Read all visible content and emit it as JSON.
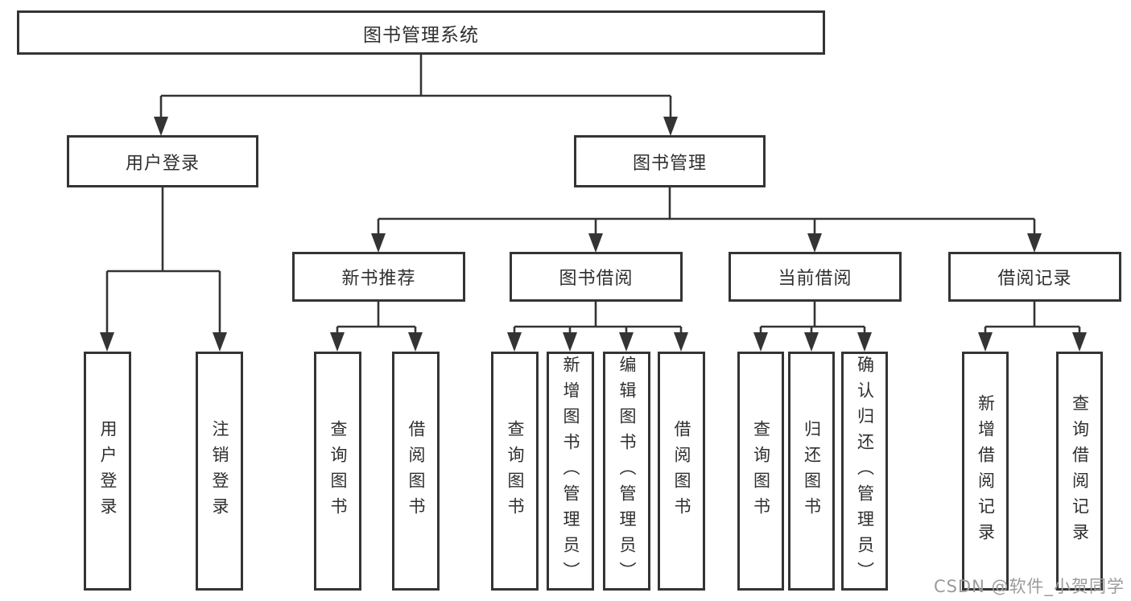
{
  "diagram_title": "图书管理系统",
  "tree": {
    "label": "图书管理系统",
    "children": [
      {
        "label": "用户登录",
        "children": [
          {
            "label": "用户登录"
          },
          {
            "label": "注销登录"
          }
        ]
      },
      {
        "label": "图书管理",
        "children": [
          {
            "label": "新书推荐",
            "children": [
              {
                "label": "查询图书"
              },
              {
                "label": "借阅图书"
              }
            ]
          },
          {
            "label": "图书借阅",
            "children": [
              {
                "label": "查询图书"
              },
              {
                "label": "新增图书（管理员）"
              },
              {
                "label": "编辑图书（管理员）"
              },
              {
                "label": "借阅图书"
              }
            ]
          },
          {
            "label": "当前借阅",
            "children": [
              {
                "label": "查询图书"
              },
              {
                "label": "归还图书"
              },
              {
                "label": "确认归还（管理员）"
              }
            ]
          },
          {
            "label": "借阅记录",
            "children": [
              {
                "label": "新增借阅记录"
              },
              {
                "label": "查询借阅记录"
              }
            ]
          }
        ]
      }
    ]
  },
  "watermark": {
    "text": "CSDN @软件_小贺同学"
  },
  "colors": {
    "line": "#343434",
    "text": "#2f2f2f",
    "watermark": "#9b9b9b",
    "background": "#ffffff"
  }
}
